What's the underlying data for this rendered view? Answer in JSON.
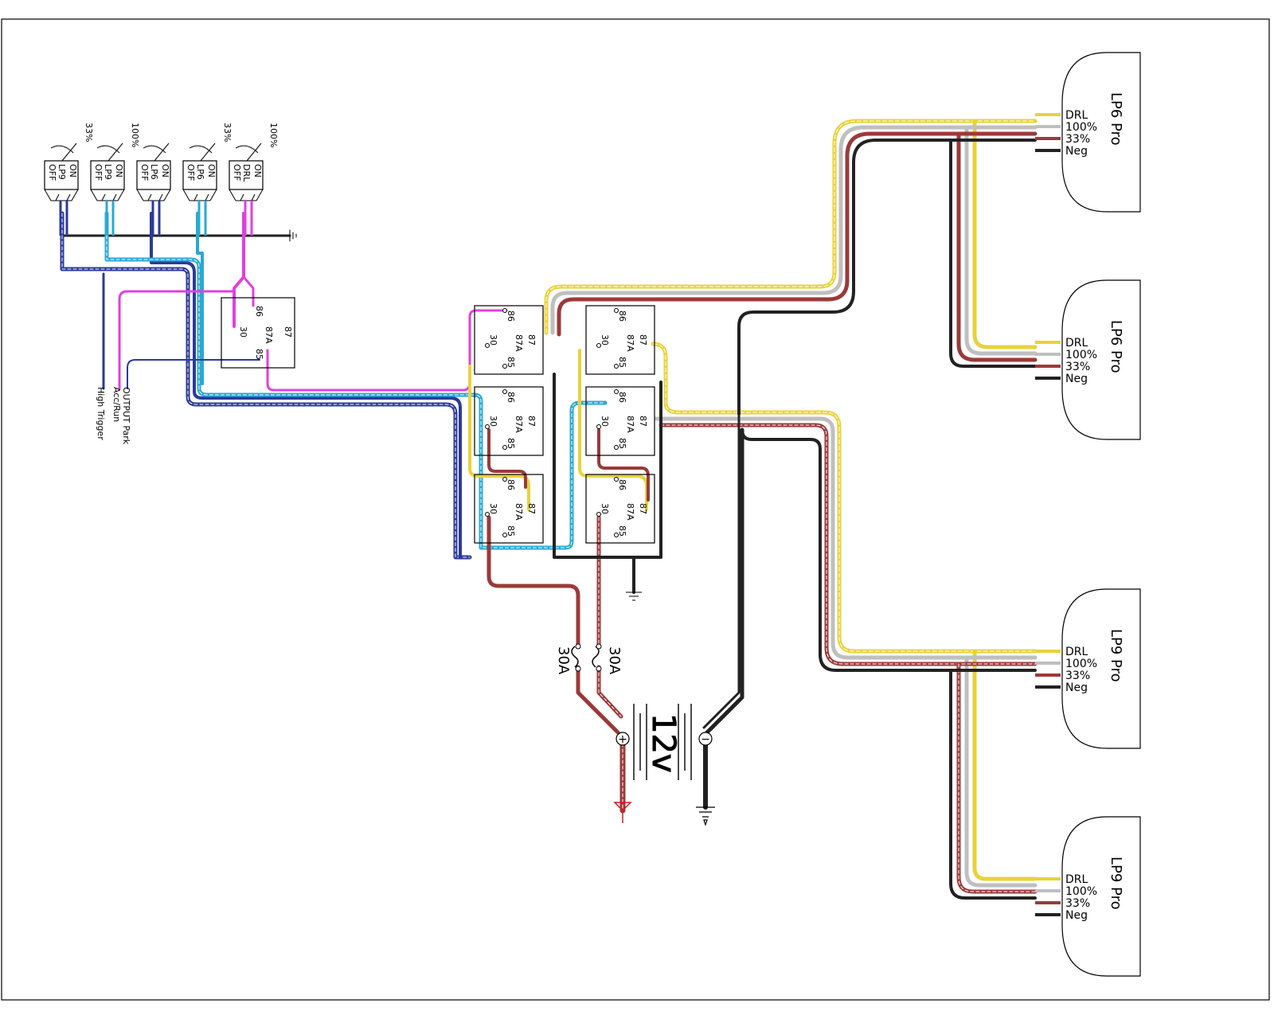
{
  "switches": [
    {
      "on": "ON",
      "name": "LP9",
      "off": "OFF",
      "label": "33%"
    },
    {
      "on": "ON",
      "name": "LP9",
      "off": "OFF",
      "label": "100%"
    },
    {
      "on": "ON",
      "name": "LP6",
      "off": "OFF",
      "label": ""
    },
    {
      "on": "ON",
      "name": "LP6",
      "off": "OFF",
      "label": "33%"
    },
    {
      "on": "ON",
      "name": "DRL",
      "off": "OFF",
      "label": "100%"
    }
  ],
  "inputs": {
    "high_trigger": "High Trigger",
    "acc_run": "Acc/Run",
    "output_park": "OUTPUT Park"
  },
  "relay_pins": {
    "p86": "86",
    "p87": "87",
    "p87a": "87A",
    "p30": "30",
    "p85": "85"
  },
  "fuses": {
    "left": "30A",
    "right": "30A"
  },
  "battery": {
    "voltage": "12v",
    "pos": "+",
    "neg": "−"
  },
  "lights": [
    {
      "name": "LP6 Pro",
      "pins": [
        "DRL",
        "100%",
        "33%",
        "Neg"
      ]
    },
    {
      "name": "LP6 Pro",
      "pins": [
        "DRL",
        "100%",
        "33%",
        "Neg"
      ]
    },
    {
      "name": "LP9 Pro",
      "pins": [
        "DRL",
        "100%",
        "33%",
        "Neg"
      ]
    },
    {
      "name": "LP9 Pro",
      "pins": [
        "DRL",
        "100%",
        "33%",
        "Neg"
      ]
    }
  ],
  "wire_colors": {
    "yellow": "#e8d23a",
    "grey": "#bfbfbf",
    "red": "#9b3a3a",
    "black": "#222222",
    "blue": "#2b3a9a",
    "cyan": "#29a9d6",
    "magenta": "#e040e0"
  }
}
